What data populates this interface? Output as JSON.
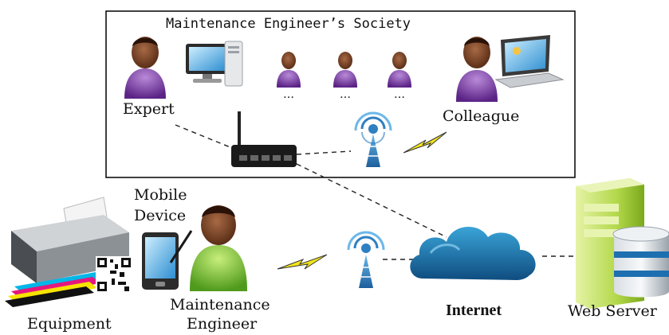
{
  "society": {
    "title": "Maintenance Engineer’s Society",
    "expert_label": "Expert",
    "colleague_label": "Colleague",
    "ellipsis": [
      "…",
      "…",
      "…"
    ]
  },
  "bottom": {
    "mobile_label_line1": "Mobile",
    "mobile_label_line2": "Device",
    "equipment_label": "Equipment",
    "engineer_label_line1": "Maintenance",
    "engineer_label_line2": "Engineer",
    "internet_label": "Internet",
    "server_label": "Web Server"
  },
  "colors": {
    "person_purple": "#7a3ea8",
    "person_green": "#7cc63a",
    "tower_blue": "#2f7fc1",
    "cloud_blue": "#1f6fa8",
    "bolt_yellow": "#f2e51b",
    "server_green": "#b6d84a"
  },
  "icons": [
    "person-icon",
    "desktop-computer-icon",
    "laptop-icon",
    "router-icon",
    "tower-icon",
    "lightning-icon",
    "printer-icon",
    "qr-code-icon",
    "mobile-device-icon",
    "cloud-icon",
    "server-icon",
    "database-icon"
  ]
}
